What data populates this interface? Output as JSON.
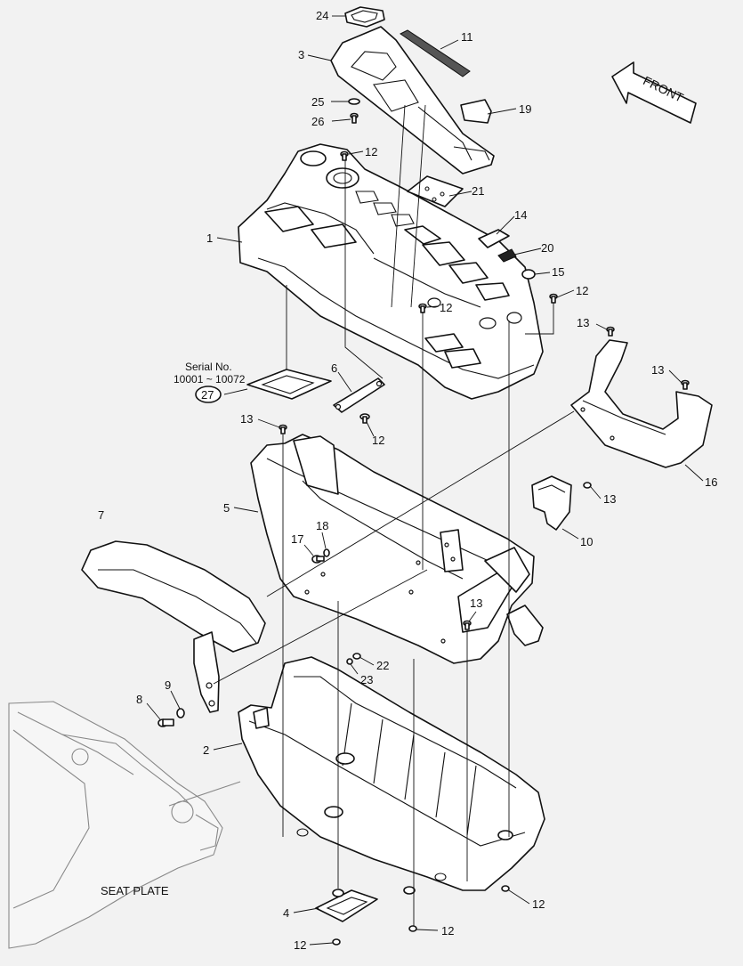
{
  "callouts": [
    {
      "id": "c24",
      "text": "24"
    },
    {
      "id": "c11",
      "text": "11"
    },
    {
      "id": "c3",
      "text": "3"
    },
    {
      "id": "c19",
      "text": "19"
    },
    {
      "id": "c25",
      "text": "25"
    },
    {
      "id": "c26",
      "text": "26"
    },
    {
      "id": "c12a",
      "text": "12"
    },
    {
      "id": "c21",
      "text": "21"
    },
    {
      "id": "c14",
      "text": "14"
    },
    {
      "id": "c1",
      "text": "1"
    },
    {
      "id": "c20",
      "text": "20"
    },
    {
      "id": "c15",
      "text": "15"
    },
    {
      "id": "c12b",
      "text": "12"
    },
    {
      "id": "c12c",
      "text": "12"
    },
    {
      "id": "c13a",
      "text": "13"
    },
    {
      "id": "c13b",
      "text": "13"
    },
    {
      "id": "c6",
      "text": "6"
    },
    {
      "id": "c12d",
      "text": "12"
    },
    {
      "id": "c13c",
      "text": "13"
    },
    {
      "id": "c16",
      "text": "16"
    },
    {
      "id": "c5",
      "text": "5"
    },
    {
      "id": "c13d",
      "text": "13"
    },
    {
      "id": "c7",
      "text": "7"
    },
    {
      "id": "c18",
      "text": "18"
    },
    {
      "id": "c17",
      "text": "17"
    },
    {
      "id": "c10",
      "text": "10"
    },
    {
      "id": "c13e",
      "text": "13"
    },
    {
      "id": "c22",
      "text": "22"
    },
    {
      "id": "c23",
      "text": "23"
    },
    {
      "id": "c9",
      "text": "9"
    },
    {
      "id": "c8",
      "text": "8"
    },
    {
      "id": "c2",
      "text": "2"
    },
    {
      "id": "c12e",
      "text": "12"
    },
    {
      "id": "c4",
      "text": "4"
    },
    {
      "id": "c12f",
      "text": "12"
    },
    {
      "id": "c12g",
      "text": "12"
    }
  ],
  "serial": {
    "line1": "Serial No.",
    "line2": "10001 ~ 10072",
    "part": "27"
  },
  "front_label": "FRONT",
  "seat_plate_label": "SEAT PLATE"
}
